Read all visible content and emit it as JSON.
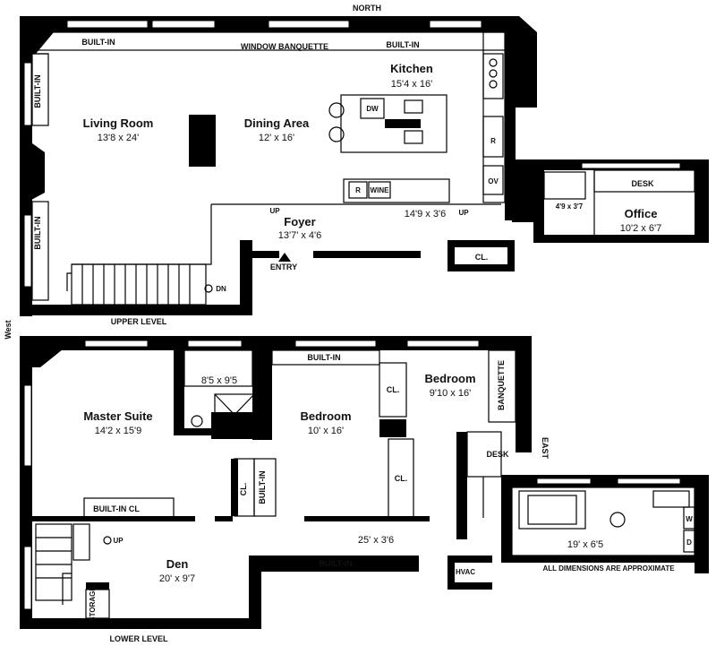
{
  "compass": {
    "north": "NORTH",
    "west": "West",
    "east": "EAST"
  },
  "levels": {
    "upper": "UPPER LEVEL",
    "lower": "LOWER LEVEL"
  },
  "note": "ALL DIMENSIONS ARE APPROXIMATE",
  "upper": {
    "living_room": {
      "name": "Living Room",
      "dim": "13'8 x 24'"
    },
    "dining_area": {
      "name": "Dining Area",
      "dim": "12' x 16'"
    },
    "kitchen": {
      "name": "Kitchen",
      "dim": "15'4 x 16'"
    },
    "foyer": {
      "name": "Foyer",
      "dim": "13'7' x 4'6"
    },
    "hall_dim": "14'9 x 3'6",
    "office": {
      "name": "Office",
      "dim": "10'2 x 6'7"
    },
    "bath_dim": "4'9 x 3'7",
    "labels": {
      "builtin_1": "BUILT-IN",
      "window_banquette": "WINDOW BANQUETTE",
      "builtin_2": "BUILT-IN",
      "builtin_left_top": "BUILT-IN",
      "builtin_left_bottom": "BUILT-IN",
      "dw": "DW",
      "r_kitchen": "R",
      "ov": "OV",
      "r_bar": "R",
      "wine": "WINE",
      "up_1": "UP",
      "up_2": "UP",
      "entry": "ENTRY",
      "dn": "DN",
      "closet": "CL.",
      "desk": "DESK"
    }
  },
  "lower": {
    "master_suite": {
      "name": "Master Suite",
      "dim": "14'2 x 15'9"
    },
    "master_bath_dim": "8'5 x 9'5",
    "bedroom_1": {
      "name": "Bedroom",
      "dim": "10' x 16'"
    },
    "bedroom_2": {
      "name": "Bedroom",
      "dim": "9'10 x 16'"
    },
    "den": {
      "name": "Den",
      "dim": "20' x 9'7"
    },
    "hall_dim": "25' x 3'6",
    "bath_dim": "19' x 6'5",
    "labels": {
      "builtin_top": "BUILT-IN",
      "builtin_cl": "BUILT-IN CL",
      "cl_1": "CL.",
      "builtin_vertical": "BUILT-IN",
      "cl_2": "CL.",
      "cl_3": "CL.",
      "banquette": "BANQUETTE",
      "desk": "DESK",
      "up": "UP",
      "storage": "STORAGE",
      "builtin_bottom": "BUILT-IN",
      "hvac": "HVAC",
      "w": "W",
      "d": "D"
    }
  }
}
